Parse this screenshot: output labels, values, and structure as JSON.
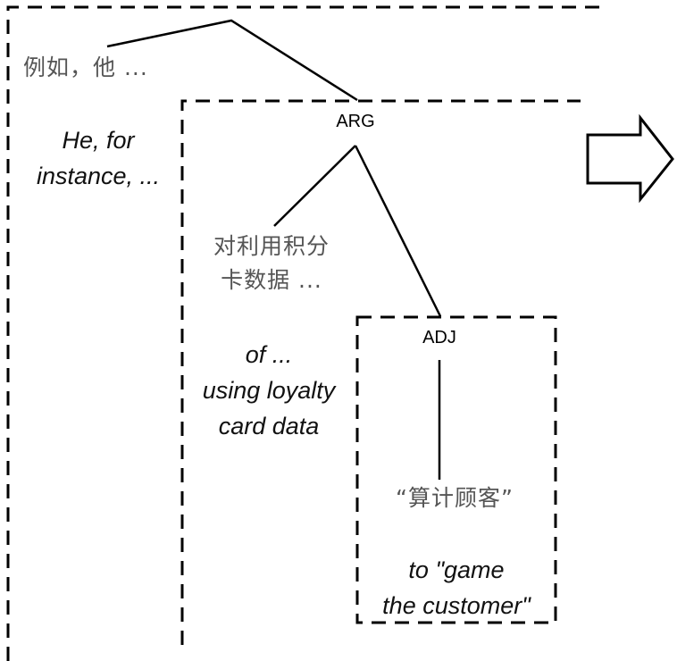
{
  "diagram": {
    "type": "syntax-tree",
    "colors": {
      "line": "#000000",
      "chinese_text": "#555555",
      "english_text": "#111111",
      "background": "#ffffff"
    },
    "root": {
      "chinese": "例如，他 ...",
      "english_lines": [
        "He, for",
        "instance, ..."
      ]
    },
    "arg": {
      "label": "ARG",
      "chinese_lines": [
        "对利用积分",
        "卡数据 ..."
      ],
      "english_lines": [
        "of ...",
        "using loyalty",
        "card data"
      ]
    },
    "adj": {
      "label": "ADJ",
      "chinese": "“算计顾客”",
      "english_lines": [
        "to \"game",
        "the customer\""
      ]
    },
    "arrow_icon": "right-arrow-outline-icon"
  }
}
